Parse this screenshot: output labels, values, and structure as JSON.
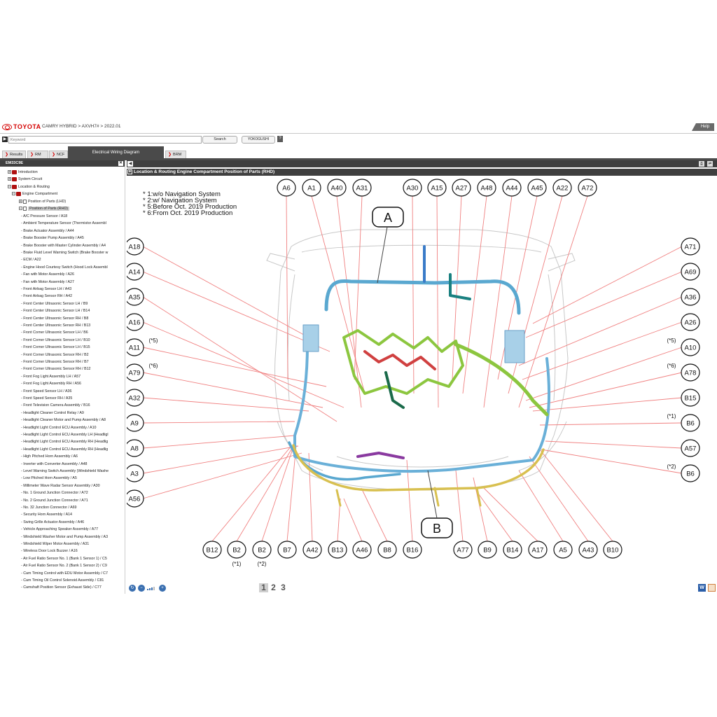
{
  "header": {
    "brand": "TOYOTA",
    "breadcrumb": "CAMRY HYBRID > AXVH7# > 2022.01",
    "help_label": "Help"
  },
  "search": {
    "placeholder": "Keyword",
    "search_label": "Search",
    "yokogushi_label": "YOKOGUSHI",
    "question_label": "?"
  },
  "tabs": [
    {
      "label": "Results"
    },
    {
      "label": "RM"
    },
    {
      "label": "NCF"
    },
    {
      "label": "Electrical Wiring Diagram"
    },
    {
      "label": "BRM"
    }
  ],
  "left_panel": {
    "code": "EM33C9E",
    "tree": [
      {
        "label": "Introduction"
      },
      {
        "label": "System Circuit"
      },
      {
        "label": "Location & Routing"
      },
      {
        "label": "Engine Compartment"
      },
      {
        "label": "Position of Parts (LHD)"
      },
      {
        "label": "Position of Parts (RHD)"
      }
    ],
    "parts": [
      "A/C Pressure Sensor / A18",
      "Ambient Temperature Sensor (Thermistor Assembl",
      "Brake Actuator Assembly / A44",
      "Brake Booster Pump Assembly / A45",
      "Brake Booster with Master Cylinder Assembly / A4",
      "Brake Fluid Level Warning Switch (Brake Booster w",
      "ECM / A22",
      "Engine Hood Courtesy Switch (Hood Lock Assembl",
      "Fan with Motor Assembly / A26",
      "Fan with Motor Assembly / A27",
      "Front Airbag Sensor LH / A43",
      "Front Airbag Sensor RH / A42",
      "Front Center Ultrasonic Sensor LH / B9",
      "Front Center Ultrasonic Sensor LH / B14",
      "Front Center Ultrasonic Sensor RH / B8",
      "Front Center Ultrasonic Sensor RH / B13",
      "Front Corner Ultrasonic Sensor LH / B6",
      "Front Corner Ultrasonic Sensor LH / B10",
      "Front Corner Ultrasonic Sensor LH / B15",
      "Front Corner Ultrasonic Sensor RH / B2",
      "Front Corner Ultrasonic Sensor RH / B7",
      "Front Corner Ultrasonic Sensor RH / B12",
      "Front Fog Light Assembly LH / A57",
      "Front Fog Light Assembly RH / A56",
      "Front Speed Sensor LH / A36",
      "Front Speed Sensor RH / A35",
      "Front Television Camera Assembly / B16",
      "Headlight Cleaner Control Relay / A9",
      "Headlight Cleaner Motor and Pump Assembly / A8",
      "Headlight Light Control ECU Assembly / A10",
      "Headlight Light Control ECU Assembly LH (Headligl",
      "Headlight Light Control ECU Assembly RH (Headlig",
      "Headlight Light Control ECU Assembly RH (Headlig",
      "High Pitched Horn Assembly / A6",
      "Inverter with Converter Assembly / A48",
      "Level Warning Switch Assembly (Windshield Washe",
      "Low Pitched Horn Assembly / A5",
      "Millimeter Wave Radar Sensor Assembly / A30",
      "No. 1 Ground Junction Connector / A72",
      "No. 2 Ground Junction Connector / A71",
      "No. 32 Junction Connector / A69",
      "Security Horn Assembly / A14",
      "Swing Grille Actuator Assembly / A46",
      "Vehicle Approaching Speaker Assembly / A77",
      "Windshield Washer Motor and Pump Assembly / A3",
      "Windshield Wiper Motor Assembly / A31",
      "Wireless Door Lock Buzzer / A16",
      "Air Fuel Ratio Sensor No. 1 (Bank 1 Sensor 1) / C5",
      "Air Fuel Ratio Sensor No. 2 (Bank 1 Sensor 2) / C9",
      "Cam Timing Control with EDU Motor Assembly / C7",
      "Cam Timing Oil Control Solenoid Assembly / C81",
      "Camshaft Position Sensor (Exhaust Side) / C77"
    ]
  },
  "content": {
    "title": "Location & Routing  Engine Compartment  Position of Parts (RHD)",
    "notes": [
      "* 1:w/o Navigation System",
      "* 2:w/ Navigation System",
      "* 5:Before Oct. 2019 Production",
      "* 6:From Oct. 2019 Production"
    ],
    "callout_a": "A",
    "callout_b": "B",
    "top_labels": [
      "A6",
      "A1",
      "A40",
      "A31",
      "A30",
      "A15",
      "A27",
      "A48",
      "A44",
      "A45",
      "A22",
      "A72"
    ],
    "left_labels": [
      "A18",
      "A14",
      "A35",
      "A16",
      "A11",
      "A79",
      "A32",
      "A9",
      "A8",
      "A3",
      "A56"
    ],
    "left_notes": [
      "(*5)",
      "(*6)"
    ],
    "right_labels": [
      "A71",
      "A69",
      "A36",
      "A26",
      "A10",
      "A78",
      "B15",
      "B6",
      "A57",
      "B6"
    ],
    "right_notes": [
      "(*5)",
      "(*6)",
      "(*1)",
      "(*2)"
    ],
    "bottom_labels": [
      "B12",
      "B2",
      "B2",
      "B7",
      "A42",
      "B13",
      "A46",
      "B8",
      "B16",
      "A77",
      "B9",
      "B14",
      "A17",
      "A5",
      "A43",
      "B10"
    ],
    "bottom_notes": [
      "(*1)",
      "(*2)"
    ]
  },
  "toolbar": {
    "pages": [
      "1",
      "2",
      "3"
    ],
    "word_label": "W"
  },
  "colors": {
    "brand_red": "#d40000",
    "dark_bar": "#3f3f3f",
    "leader_line": "#f08080",
    "harness_blue": "#5aa8d0",
    "harness_green": "#8cc63f",
    "harness_yellow": "#d8c050"
  }
}
